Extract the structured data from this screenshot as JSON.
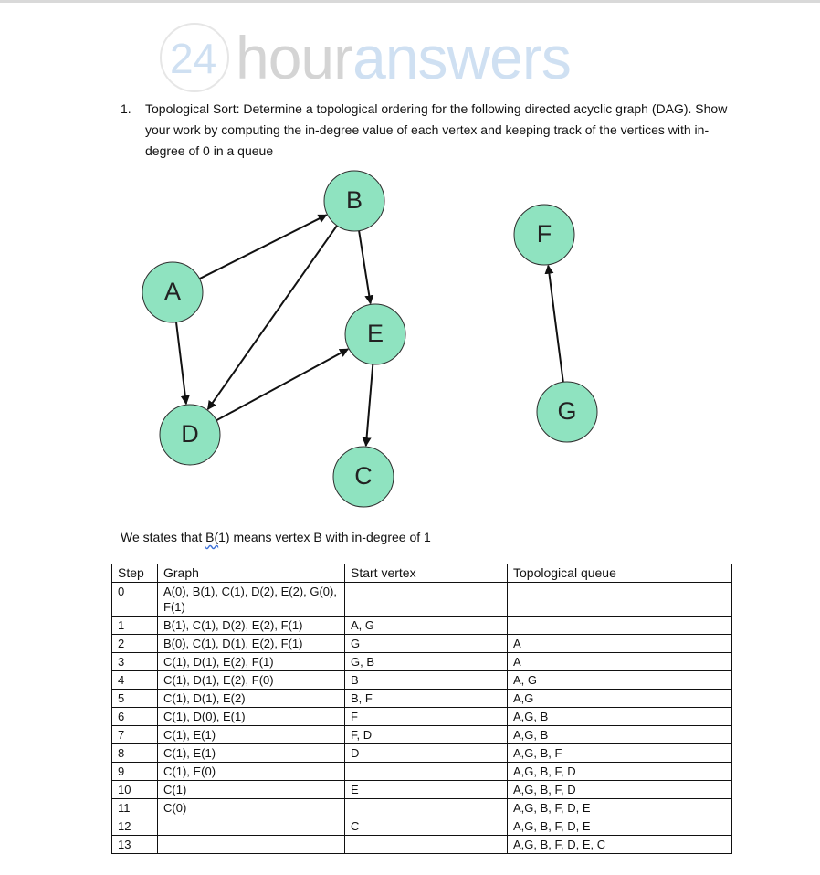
{
  "logo": {
    "number": "24",
    "word_hour": "hour",
    "word_answers": "answers"
  },
  "question": {
    "number": "1.",
    "text": "Topological Sort: Determine a topological ordering for the following directed acyclic graph (DAG). Show your work by computing the in-degree value of each vertex and keeping track of the vertices with in-degree of 0 in a queue"
  },
  "graph": {
    "node_fill": "#8fe3c0",
    "nodes": [
      {
        "id": "A",
        "label": "A"
      },
      {
        "id": "B",
        "label": "B"
      },
      {
        "id": "C",
        "label": "C"
      },
      {
        "id": "D",
        "label": "D"
      },
      {
        "id": "E",
        "label": "E"
      },
      {
        "id": "F",
        "label": "F"
      },
      {
        "id": "G",
        "label": "G"
      }
    ],
    "edges": [
      {
        "from": "A",
        "to": "B"
      },
      {
        "from": "A",
        "to": "D"
      },
      {
        "from": "B",
        "to": "D"
      },
      {
        "from": "B",
        "to": "E"
      },
      {
        "from": "D",
        "to": "E"
      },
      {
        "from": "E",
        "to": "C"
      },
      {
        "from": "G",
        "to": "F"
      }
    ]
  },
  "note": {
    "before": "We states that ",
    "highlight": "B(",
    "after": "1) means vertex B with in-degree of 1"
  },
  "table": {
    "headers": [
      "Step",
      "Graph",
      "Start vertex",
      "Topological queue"
    ],
    "rows": [
      [
        "0",
        "A(0), B(1), C(1), D(2), E(2), G(0), F(1)",
        "",
        ""
      ],
      [
        "1",
        "B(1), C(1), D(2), E(2), F(1)",
        "A, G",
        ""
      ],
      [
        "2",
        "B(0), C(1), D(1), E(2), F(1)",
        "G",
        "A"
      ],
      [
        "3",
        "C(1), D(1), E(2), F(1)",
        "G, B",
        "A"
      ],
      [
        "4",
        "C(1), D(1), E(2), F(0)",
        "B",
        "A, G"
      ],
      [
        "5",
        "C(1), D(1), E(2)",
        "B, F",
        "A,G"
      ],
      [
        "6",
        "C(1), D(0), E(1)",
        "F",
        "A,G, B"
      ],
      [
        "7",
        "C(1), E(1)",
        "F, D",
        "A,G, B"
      ],
      [
        "8",
        "C(1), E(1)",
        "D",
        "A,G, B, F"
      ],
      [
        "9",
        "C(1), E(0)",
        "",
        "A,G, B, F, D"
      ],
      [
        "10",
        "C(1)",
        "E",
        "A,G, B, F, D"
      ],
      [
        "11",
        "C(0)",
        "",
        "A,G, B, F, D, E"
      ],
      [
        "12",
        "",
        "C",
        "A,G, B, F, D, E"
      ],
      [
        "13",
        "",
        "",
        "A,G, B, F, D, E, C"
      ]
    ]
  }
}
